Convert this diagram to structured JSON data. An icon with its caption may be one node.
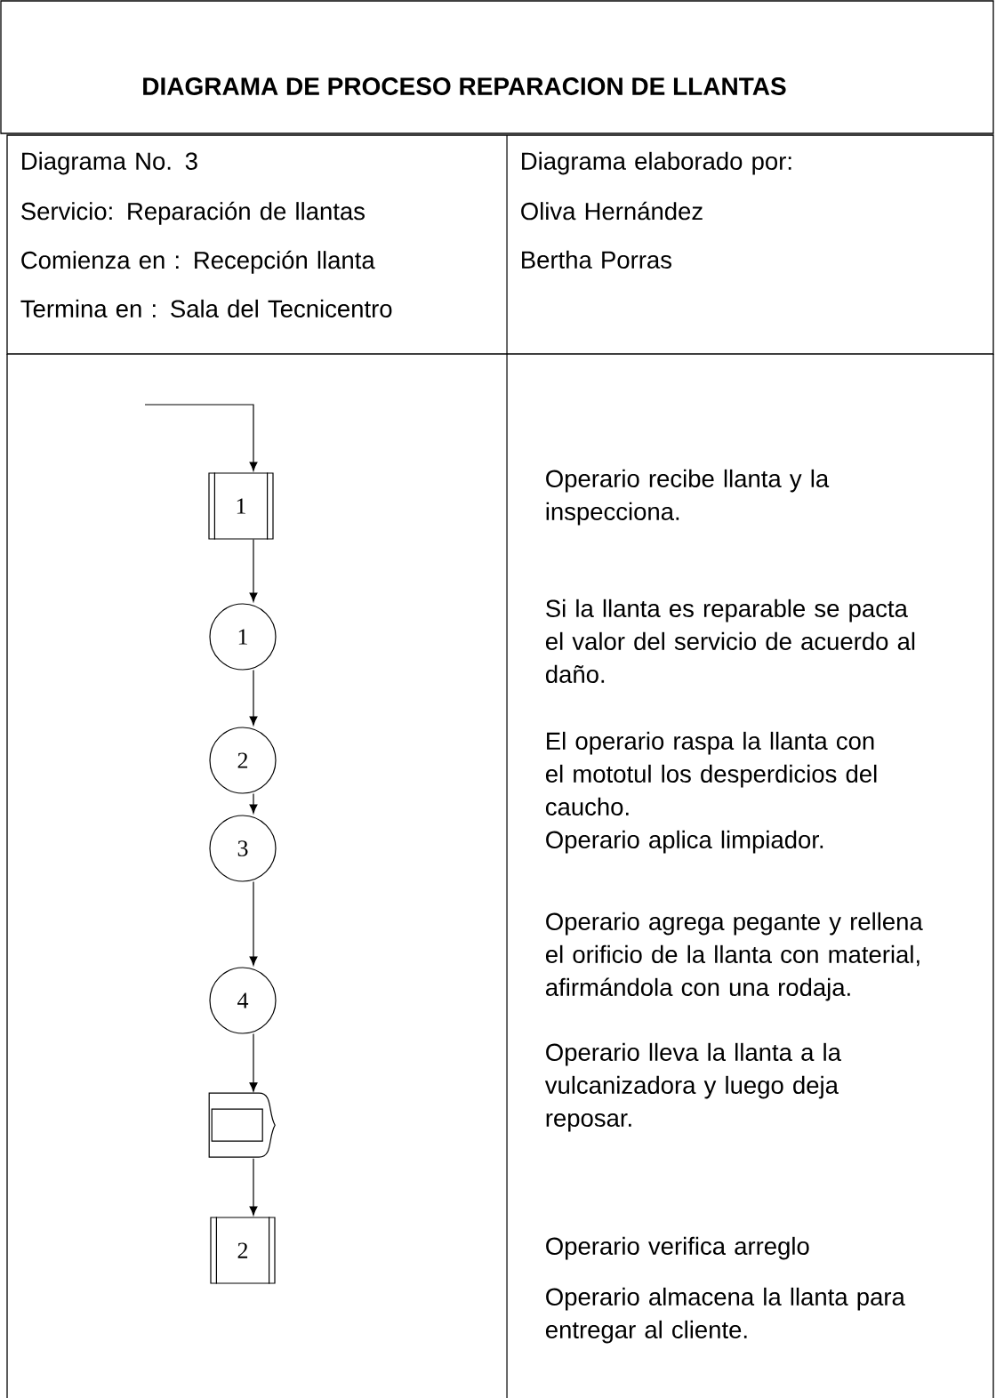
{
  "diagram": {
    "title": "DIAGRAMA DE PROCESO REPARACION DE LLANTAS",
    "nodes": [
      {
        "text": [
          "1"
        ]
      },
      {
        "text": [
          "1"
        ]
      },
      {
        "text": [
          "2"
        ]
      },
      {
        "text": [
          "3"
        ]
      },
      {
        "text": [
          "4"
        ]
      },
      {
        "text": [],
        "shape": "arrow"
      },
      {
        "text": [
          "2"
        ]
      }
    ],
    "edges": [
      {
        "from": null,
        "to": 0,
        "arrow": "to"
      },
      {
        "from": 0,
        "to": 1,
        "arrow": "to"
      },
      {
        "from": 1,
        "to": 2,
        "arrow": "to"
      },
      {
        "from": 2,
        "to": 3,
        "arrow": "to"
      },
      {
        "from": 3,
        "to": 4,
        "arrow": "to"
      },
      {
        "from": 4,
        "to": 5,
        "arrow": "to"
      },
      {
        "from": 5,
        "to": 6,
        "arrow": "to"
      }
    ],
    "labels": [
      "Diagrama No. 3",
      "Diagrama elaborado por:",
      "Servicio: Reparación de llantas",
      "Oliva Hernández",
      "Comienza en : Recepción llanta",
      "Bertha Porras",
      "Termina en : Sala del Tecnicentro",
      "Operario recibe llanta y la inspecciona.",
      "Si la llanta es reparable se pacta el valor del servicio de acuerdo al daño.",
      "El operario raspa la llanta con el mototul los desperdicios del caucho.",
      "Operario aplica limpiador.",
      "Operario agrega pegante y rellena el orificio de la llanta con material, afirmándola con una rodaja.",
      "Operario lleva la llanta a la vulcanizadora y luego deja reposar.",
      "Operario verifica arreglo",
      "Operario almacena la llanta para entregar al cliente."
    ]
  }
}
